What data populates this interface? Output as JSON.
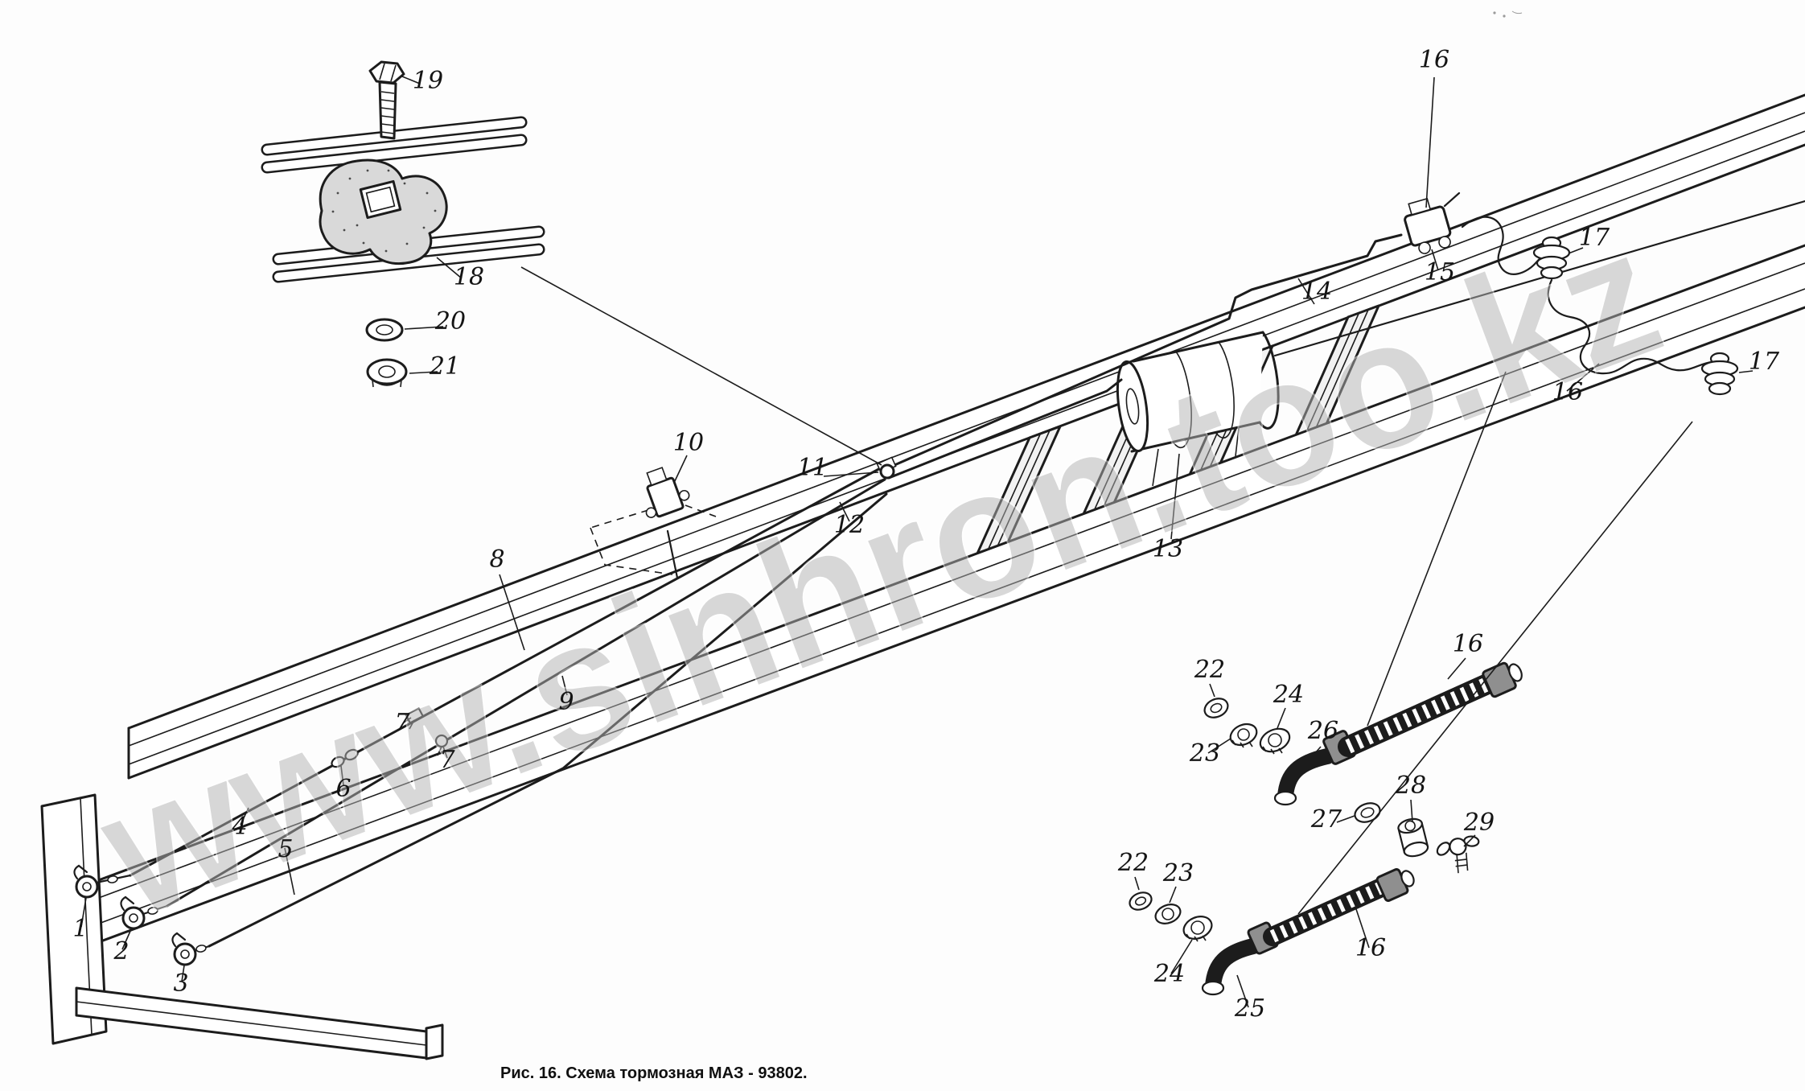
{
  "document": {
    "type": "scanned technical parts diagram",
    "caption": "Рис. 16. Схема тормозная МАЗ - 93802.",
    "watermark": "www.sinhron.too.kz"
  },
  "colors": {
    "paper": "#fdfdfd",
    "ink": "#1c1c1c",
    "watermark": "#b3b3b3",
    "metal_shade": "#d9d9d9",
    "hose_metal": "#8f8f8f"
  },
  "labels": {
    "n1": "1",
    "n2": "2",
    "n3": "3",
    "n4": "4",
    "n5": "5",
    "n6": "6",
    "n7": "7",
    "n8": "8",
    "n9": "9",
    "n10": "10",
    "n11": "11",
    "n12": "12",
    "n13": "13",
    "n14": "14",
    "n15": "15",
    "n16": "16",
    "n17": "17",
    "n18": "18",
    "n19": "19",
    "n20": "20",
    "n21": "21",
    "n22": "22",
    "n23": "23",
    "n24": "24",
    "n25": "25",
    "n26": "26",
    "n27": "27",
    "n28": "28",
    "n29": "29"
  }
}
